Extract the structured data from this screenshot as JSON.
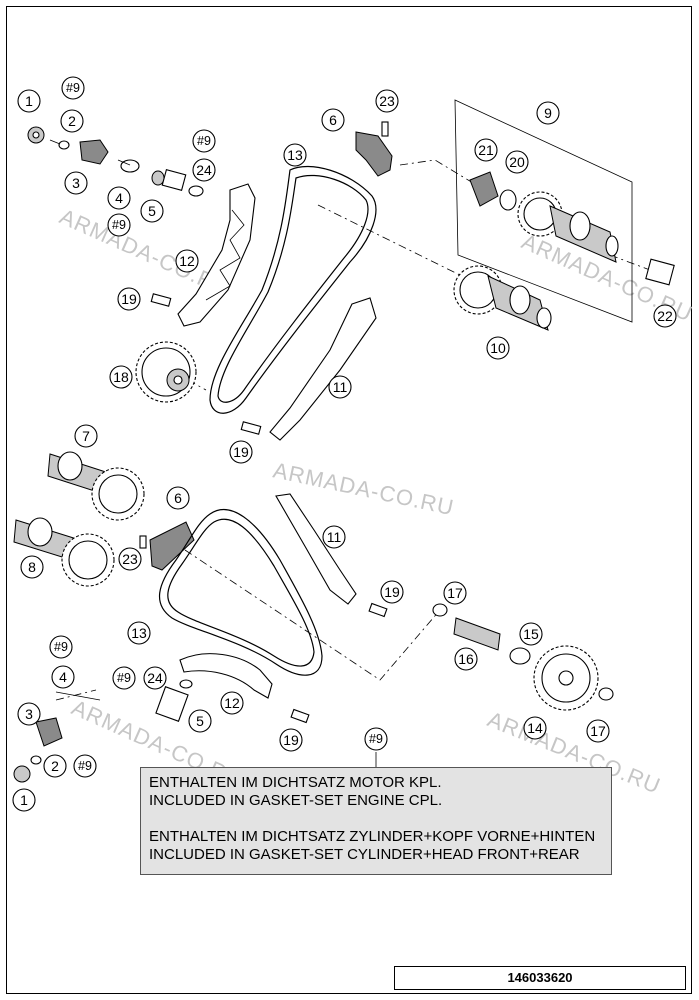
{
  "callouts": [
    {
      "label": "1"
    },
    {
      "label": "#9"
    },
    {
      "label": "2"
    },
    {
      "label": "3"
    },
    {
      "label": "#9"
    },
    {
      "label": "24"
    },
    {
      "label": "4"
    },
    {
      "label": "5"
    },
    {
      "label": "#9"
    },
    {
      "label": "12"
    },
    {
      "label": "19"
    },
    {
      "label": "18"
    },
    {
      "label": "13"
    },
    {
      "label": "6"
    },
    {
      "label": "23"
    },
    {
      "label": "9"
    },
    {
      "label": "21"
    },
    {
      "label": "20"
    },
    {
      "label": "22"
    },
    {
      "label": "10"
    },
    {
      "label": "11"
    },
    {
      "label": "19"
    },
    {
      "label": "7"
    },
    {
      "label": "6"
    },
    {
      "label": "23"
    },
    {
      "label": "8"
    },
    {
      "label": "11"
    },
    {
      "label": "19"
    },
    {
      "label": "13"
    },
    {
      "label": "17"
    },
    {
      "label": "15"
    },
    {
      "label": "16"
    },
    {
      "label": "#9"
    },
    {
      "label": "#9"
    },
    {
      "label": "24"
    },
    {
      "label": "4"
    },
    {
      "label": "3"
    },
    {
      "label": "5"
    },
    {
      "label": "12"
    },
    {
      "label": "19"
    },
    {
      "label": "14"
    },
    {
      "label": "17"
    },
    {
      "label": "2"
    },
    {
      "label": "#9"
    },
    {
      "label": "1"
    },
    {
      "label": "#9"
    }
  ],
  "watermark": "ARMADA-CO.RU",
  "note": {
    "line1": "ENTHALTEN IM DICHTSATZ MOTOR KPL.",
    "line2": "INCLUDED IN GASKET-SET ENGINE CPL.",
    "line3": "ENTHALTEN IM DICHTSATZ ZYLINDER+KOPF VORNE+HINTEN",
    "line4": "INCLUDED IN GASKET-SET CYLINDER+HEAD FRONT+REAR"
  },
  "document_number": "146033620"
}
